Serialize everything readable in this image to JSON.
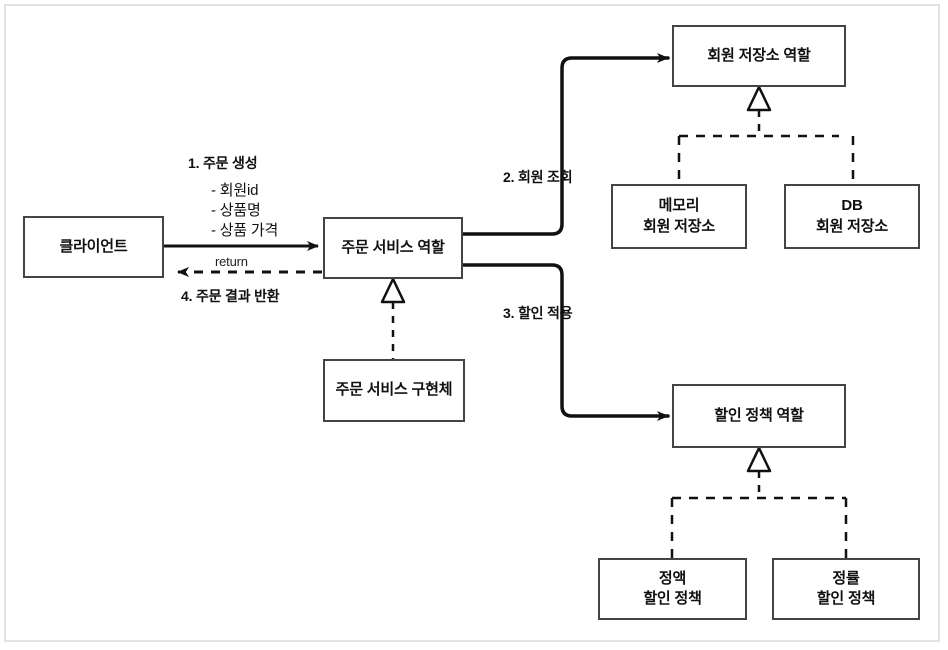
{
  "diagram": {
    "title_text": "",
    "colors": {
      "box_border": "#444444",
      "line": "#111111",
      "frame_border": "#e2e2e2",
      "background": "#ffffff"
    },
    "nodes": {
      "client": {
        "label": "클라이언트"
      },
      "order_service_role": {
        "label": "주문 서비스 역할"
      },
      "order_service_impl": {
        "label": "주문 서비스 구현체"
      },
      "member_repo_role": {
        "label": "회원 저장소 역할"
      },
      "memory_member_repo": {
        "line1": "메모리",
        "line2": "회원 저장소"
      },
      "db_member_repo": {
        "line1": "DB",
        "line2": "회원 저장소"
      },
      "discount_policy_role": {
        "label": "할인 정책 역할"
      },
      "fix_discount_policy": {
        "line1": "정액",
        "line2": "할인 정책"
      },
      "rate_discount_policy": {
        "line1": "정률",
        "line2": "할인 정책"
      }
    },
    "labels": {
      "step1_title": "1. 주문 생성",
      "step1_param1": "- 회원id",
      "step1_param2": "- 상품명",
      "step1_param3": "- 상품 가격",
      "return_text": "return",
      "step4": "4. 주문 결과 반환",
      "step2": "2. 회원 조회",
      "step3": "3. 할인 적용"
    }
  }
}
